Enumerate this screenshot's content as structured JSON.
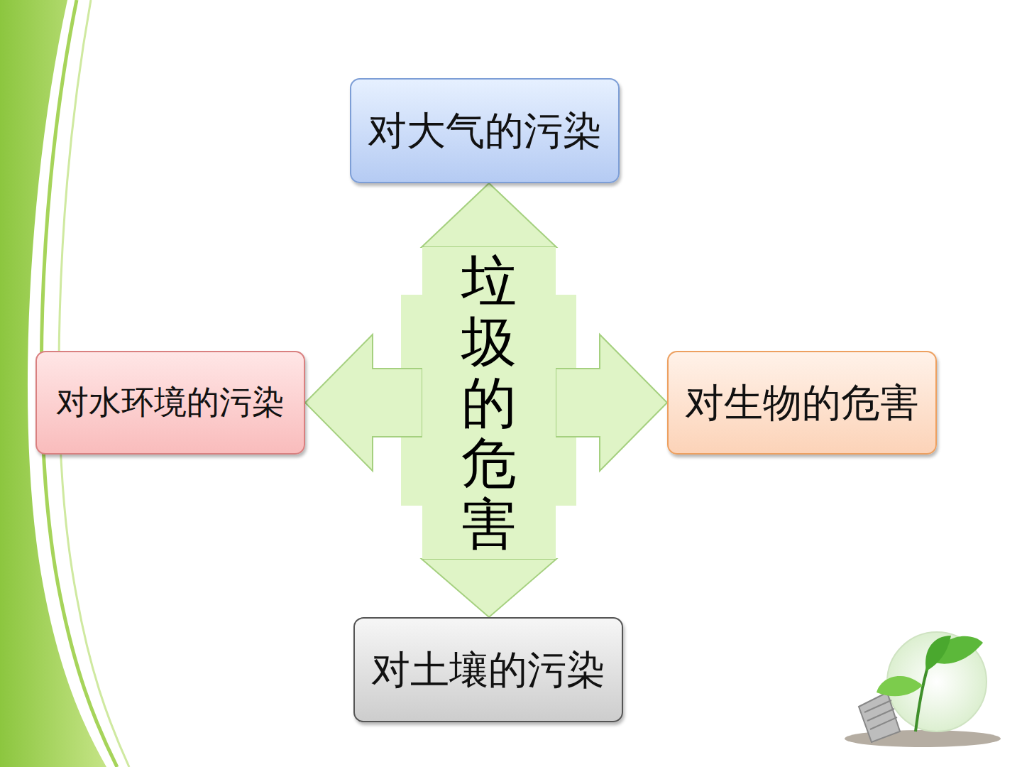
{
  "diagram": {
    "nodes": [
      {
        "text": [
          "对大气的污染"
        ]
      },
      {
        "text": [
          "对水环境的污染"
        ]
      },
      {
        "text": [
          "垃圾的危害"
        ]
      },
      {
        "text": [
          "对生物的危害"
        ]
      },
      {
        "text": [
          "对土壤的污染"
        ]
      }
    ],
    "edges": [
      {
        "from": 2,
        "to": 0,
        "arrow": "to"
      },
      {
        "from": 2,
        "to": 1,
        "arrow": "to"
      },
      {
        "from": 2,
        "to": 3,
        "arrow": "to"
      },
      {
        "from": 2,
        "to": 4,
        "arrow": "to"
      }
    ]
  }
}
